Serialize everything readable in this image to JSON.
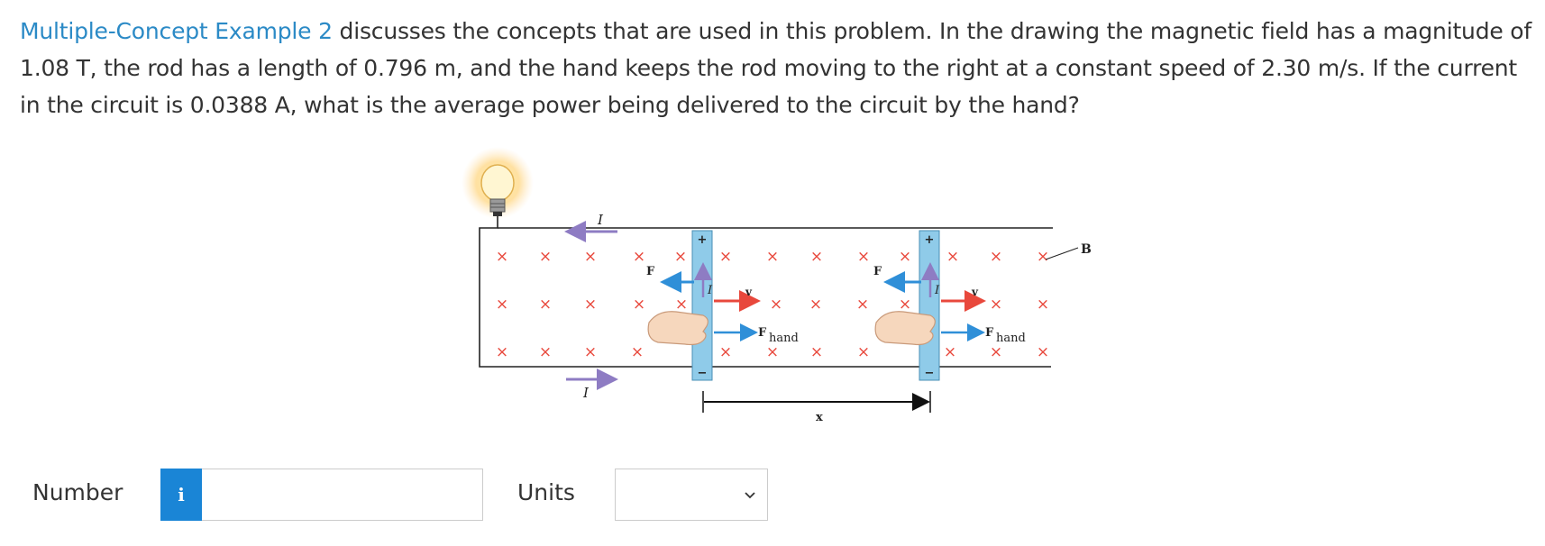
{
  "question": {
    "link_text": "Multiple-Concept Example 2",
    "text": " discusses the concepts that are used in this problem. In the drawing the magnetic field has a magnitude of 1.08 T, the rod has a length of 0.796 m, and the hand keeps the rod moving to the right at a constant speed of 2.30 m/s. If the current in the circuit is 0.0388 A, what is the average power being delivered to the circuit by the hand?"
  },
  "figure": {
    "label_I": "I",
    "label_F": "F",
    "label_v": "v",
    "label_F_hand": "F",
    "label_hand_sub": "hand",
    "label_x": "x",
    "label_B": "B",
    "plus": "+",
    "minus": "−",
    "field_mark": "×"
  },
  "answer": {
    "number_label": "Number",
    "info_icon": "i",
    "number_value": "",
    "units_label": "Units",
    "units_selected": ""
  },
  "colors": {
    "link": "#2b8ac6",
    "info_button": "#1a85d6",
    "field_x": "#e8483c",
    "rod": "#8fcbe9",
    "current_arrow": "#8e7cc3",
    "force_arrow": "#2f8fd8",
    "velocity_arrow": "#e8483c"
  }
}
